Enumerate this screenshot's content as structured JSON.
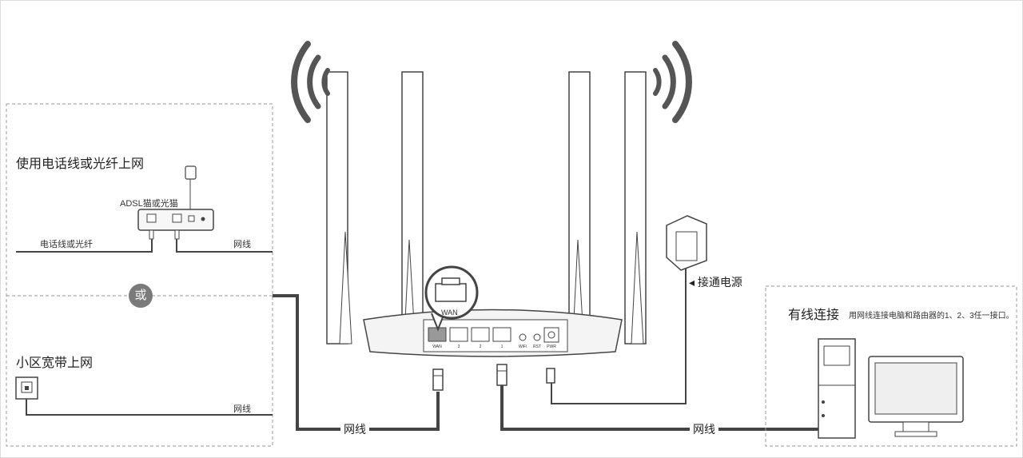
{
  "phone_fiber_section": {
    "title": "使用电话线或光纤上网",
    "modem_label": "ADSL猫或光猫",
    "phone_line_label": "电话线或光纤",
    "network_cable_label": "网线"
  },
  "separator": {
    "or_label": "或"
  },
  "community_section": {
    "title": "小区宽带上网",
    "network_cable_label": "网线"
  },
  "router": {
    "wan_callout": "WAN",
    "ports": [
      "WAN",
      "3",
      "2",
      "1",
      "WiFi",
      "RST",
      "PWR"
    ]
  },
  "power": {
    "label": "接通电源"
  },
  "wired_section": {
    "title": "有线连接",
    "description": "用网线连接电脑和路由器的1、2、3任一接口。"
  },
  "cables": {
    "left_cable_label": "网线",
    "right_cable_label": "网线"
  },
  "colors": {
    "line": "#444444",
    "dashed_border": "#9a9a9a",
    "router_body": "#f4f4f4",
    "badge": "#7a7a7a"
  }
}
